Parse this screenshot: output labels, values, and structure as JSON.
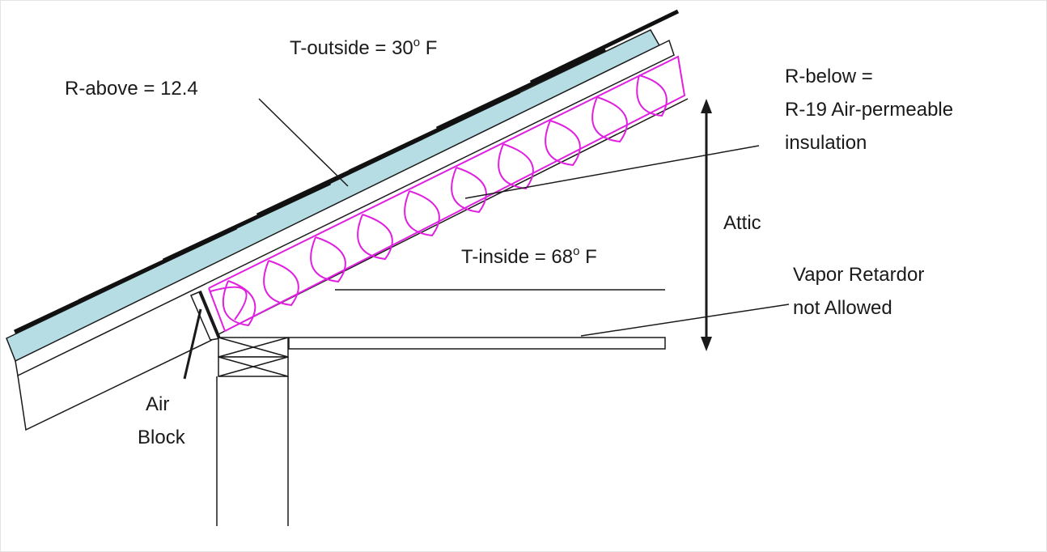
{
  "labels": {
    "t_outside": {
      "prefix": "T-outside = 30",
      "sup": "o",
      "suffix": " F"
    },
    "r_above": "R-above = 12.4",
    "r_below": [
      "R-below =",
      "R-19 Air-permeable",
      "insulation"
    ],
    "attic": "Attic",
    "t_inside": {
      "prefix": "T-inside = 68",
      "sup": "o",
      "suffix": " F"
    },
    "vapor_retarder": [
      "Vapor Retardor",
      "not Allowed"
    ],
    "air_block": [
      "Air",
      "Block"
    ]
  },
  "colors": {
    "rigid_insulation": "#b5dde3",
    "batt_insulation": "#e020e0",
    "line": "#1a1a1a",
    "shingle": "#111111"
  },
  "icons": {
    "attic_height_arrow": "double-headed-vertical-arrow",
    "top_plate_blocks": "x-braced-block"
  }
}
